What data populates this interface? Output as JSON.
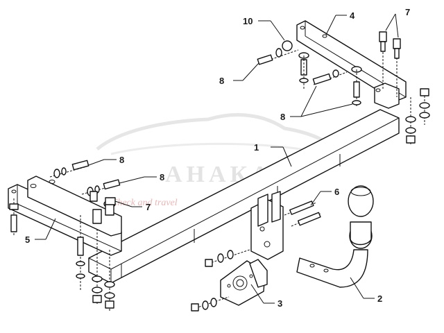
{
  "watermark": {
    "brand": "АНАКА",
    "tagline": "Check and travel"
  },
  "callouts": [
    {
      "id": "c1",
      "text": "1"
    },
    {
      "id": "c2",
      "text": "2"
    },
    {
      "id": "c3",
      "text": "3"
    },
    {
      "id": "c4",
      "text": "4"
    },
    {
      "id": "c5",
      "text": "5"
    },
    {
      "id": "c6",
      "text": "6"
    },
    {
      "id": "c7a",
      "text": "7"
    },
    {
      "id": "c7b",
      "text": "7"
    },
    {
      "id": "c8a",
      "text": "8"
    },
    {
      "id": "c8b",
      "text": "8"
    },
    {
      "id": "c8c",
      "text": "8"
    },
    {
      "id": "c8d",
      "text": "8"
    },
    {
      "id": "c10",
      "text": "10"
    }
  ]
}
